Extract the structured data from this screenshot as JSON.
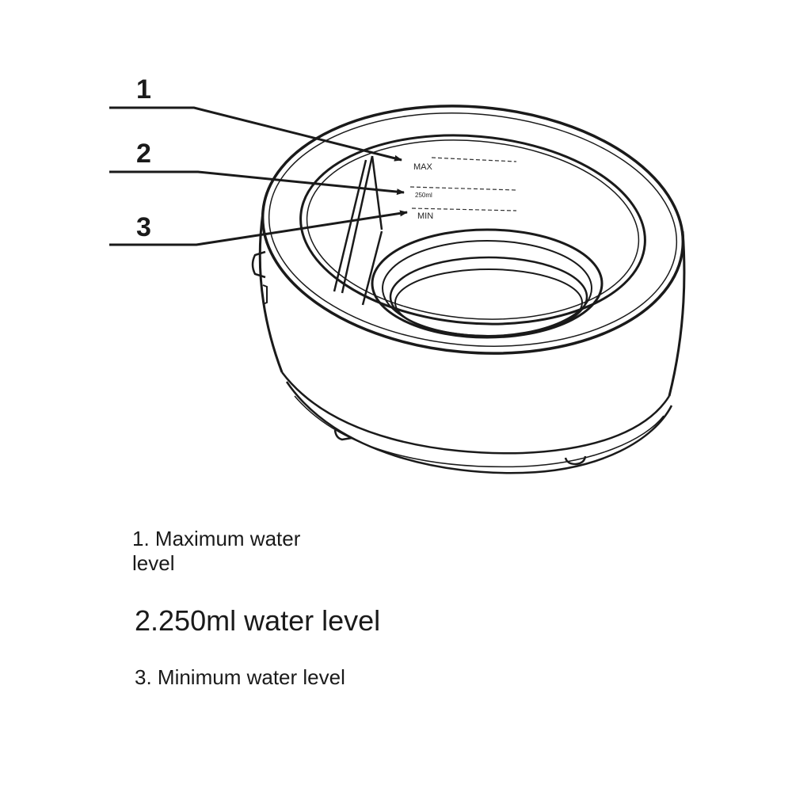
{
  "diagram": {
    "callouts": [
      "1",
      "2",
      "3"
    ],
    "scale_marks": {
      "max": "MAX",
      "mid": "250ml",
      "min": "MIN"
    }
  },
  "captions": [
    "1. Maximum water level",
    "2.250ml water level",
    "3. Minimum water level"
  ],
  "colors": {
    "line": "#1a1a1a",
    "background": "#ffffff"
  }
}
